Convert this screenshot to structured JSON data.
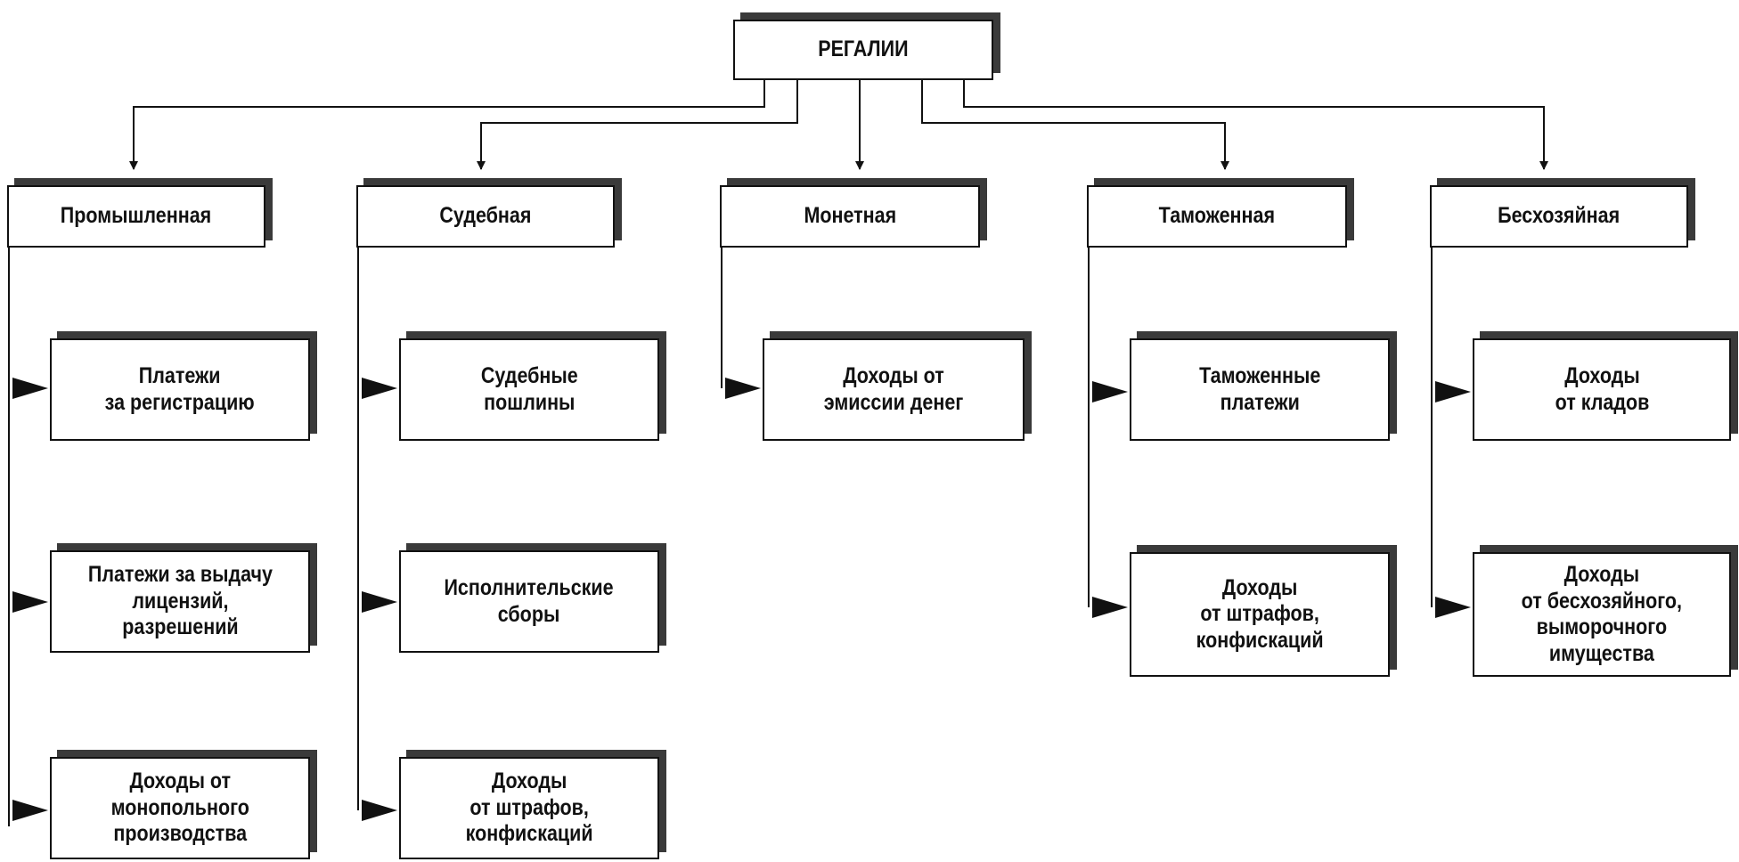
{
  "root": {
    "label": "РЕГАЛИИ"
  },
  "categories": [
    {
      "label": "Промышленная",
      "items": [
        "Платежи\nза регистрацию",
        "Платежи за выдачу\nлицензий,\nразрешений",
        "Доходы от\nмонопольного\nпроизводства"
      ]
    },
    {
      "label": "Судебная",
      "items": [
        "Судебные\nпошлины",
        "Исполнительские\nсборы",
        "Доходы\nот штрафов,\nконфискаций"
      ]
    },
    {
      "label": "Монетная",
      "items": [
        "Доходы от\nэмиссии денег"
      ]
    },
    {
      "label": "Таможенная",
      "items": [
        "Таможенные\nплатежи",
        "Доходы\nот штрафов,\nконфискаций"
      ]
    },
    {
      "label": "Бесхозяйная",
      "items": [
        "Доходы\nот кладов",
        "Доходы\nот бесхозяйного,\nвыморочного\nимущества"
      ]
    }
  ],
  "colors": {
    "line": "#111111",
    "shadow": "#3a3a3a",
    "background": "#ffffff"
  }
}
